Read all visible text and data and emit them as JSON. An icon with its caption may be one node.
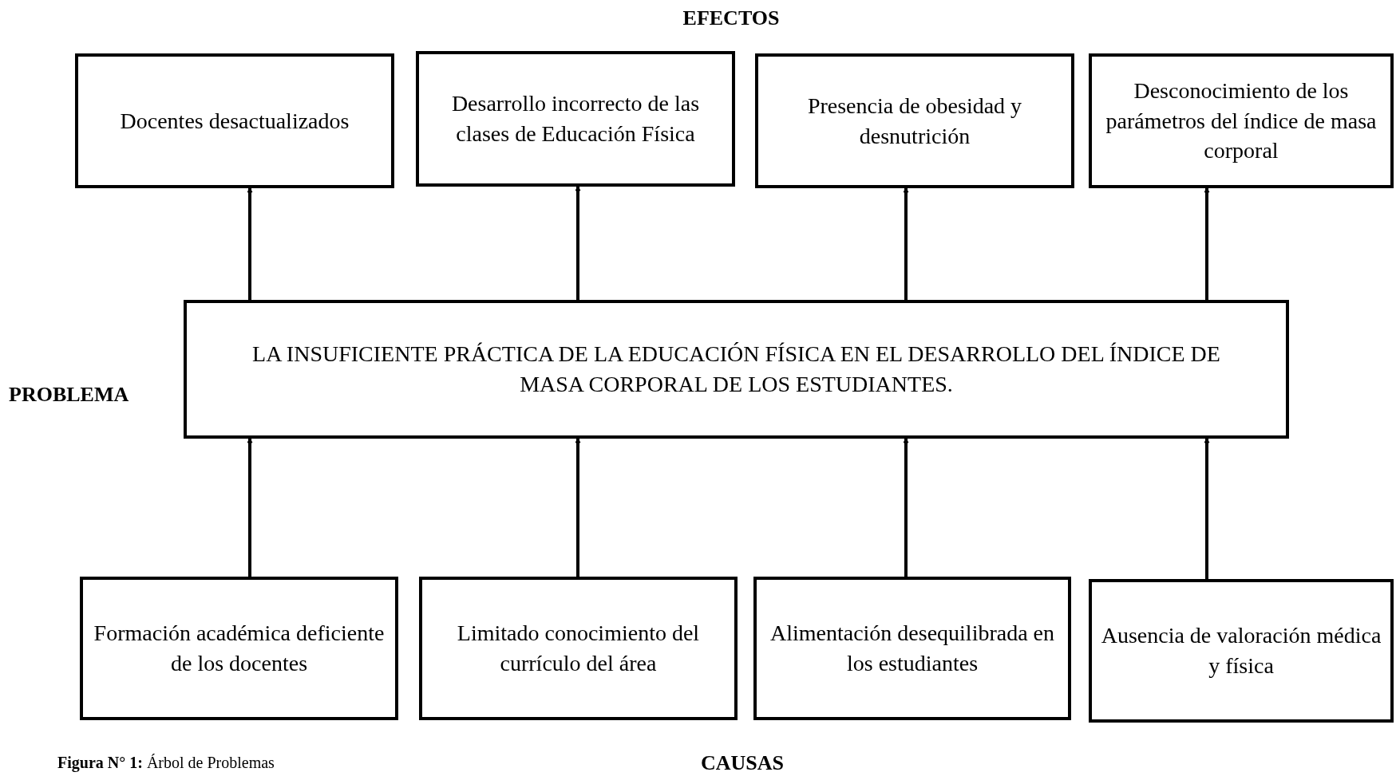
{
  "diagram": {
    "caption": "**Figura N° 1:** Árbol de Problemas",
    "nodes": [
      {
        "text": [
          "Docentes desactualizados"
        ]
      },
      {
        "text": [
          "Desarrollo incorrecto de las clases de Educación Física"
        ]
      },
      {
        "text": [
          "Presencia de obesidad y desnutrición"
        ]
      },
      {
        "text": [
          "Desconocimiento de los parámetros del índice de masa corporal"
        ]
      },
      {
        "text": [
          "LA INSUFICIENTE PRÁCTICA DE LA EDUCACIÓN FÍSICA EN EL DESARROLLO DEL ÍNDICE DE MASA CORPORAL DE LOS ESTUDIANTES."
        ]
      },
      {
        "text": [
          "Formación académica deficiente de los docentes"
        ]
      },
      {
        "text": [
          "Limitado conocimiento del currículo del área"
        ]
      },
      {
        "text": [
          "Alimentación desequilibrada en los estudiantes"
        ]
      },
      {
        "text": [
          "Ausencia de valoración médica y física"
        ]
      }
    ],
    "edges": [
      {
        "from": 4,
        "to": 0,
        "arrow": "to"
      },
      {
        "from": 4,
        "to": 1,
        "arrow": "to"
      },
      {
        "from": 4,
        "to": 2,
        "arrow": "to"
      },
      {
        "from": 4,
        "to": 3,
        "arrow": "to"
      },
      {
        "from": 5,
        "to": 4,
        "arrow": "to"
      },
      {
        "from": 6,
        "to": 4,
        "arrow": "to"
      },
      {
        "from": 7,
        "to": 4,
        "arrow": "to"
      },
      {
        "from": 8,
        "to": 4,
        "arrow": "to"
      }
    ],
    "labels": [
      "EFECTOS",
      "PROBLEMA",
      "CAUSAS"
    ]
  }
}
